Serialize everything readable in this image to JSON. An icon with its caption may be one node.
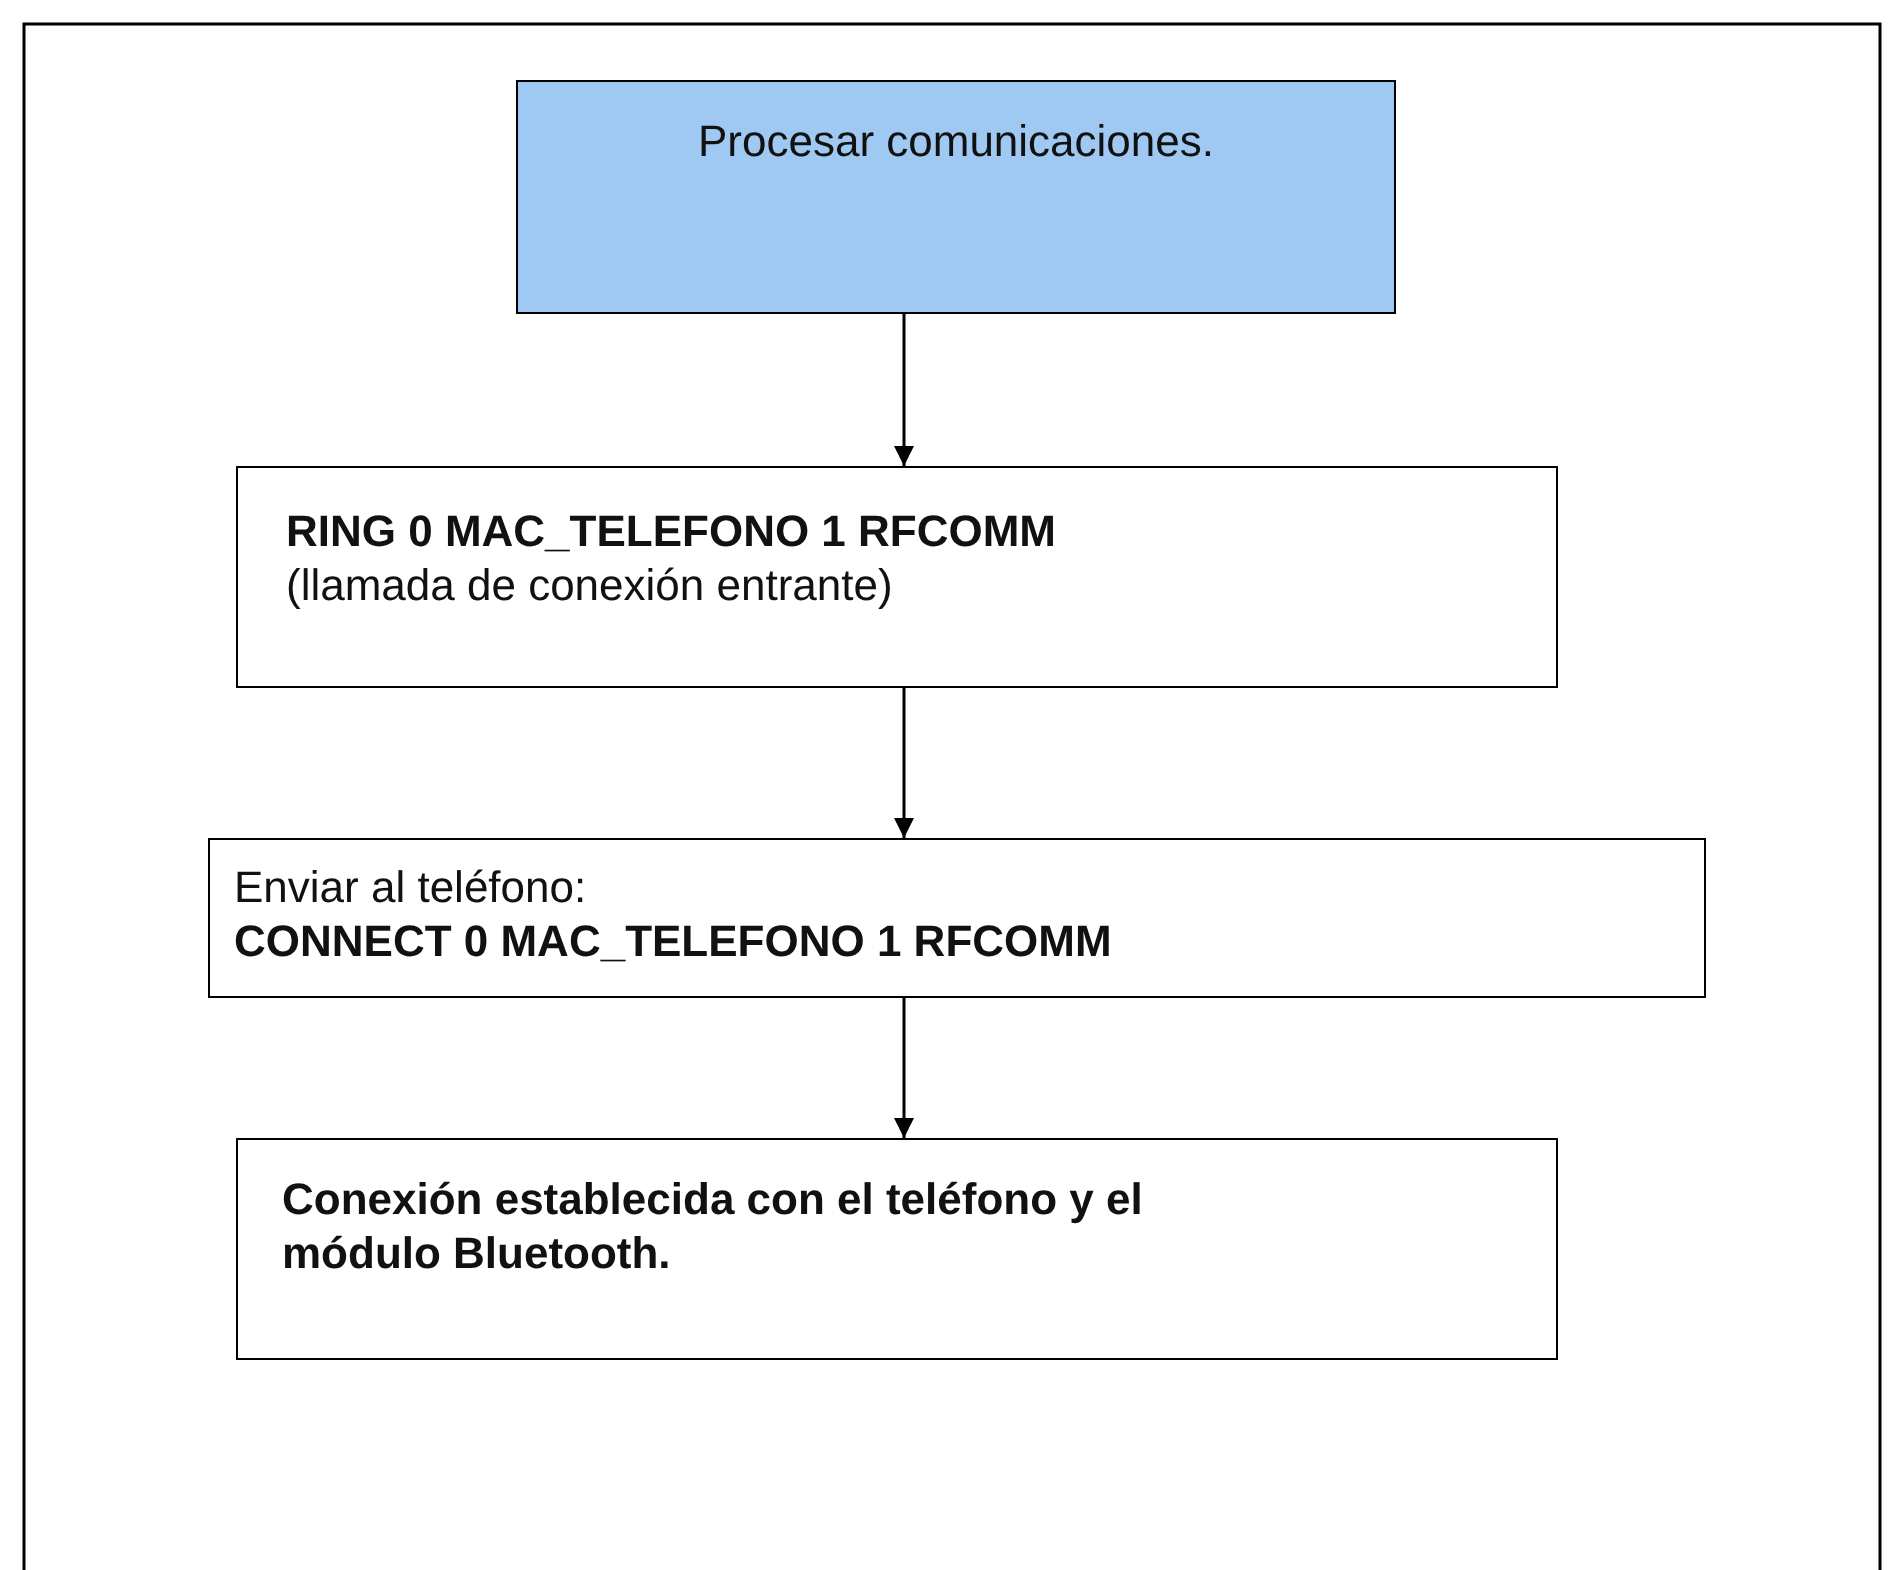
{
  "diagram": {
    "nodes": [
      {
        "text": [
          "Procesar comunicaciones."
        ]
      },
      {
        "text": [
          "RING 0 MAC_TELEFONO 1 RFCOMM",
          "(llamada de conexión entrante)"
        ]
      },
      {
        "text": [
          "Enviar al teléfono:",
          "CONNECT 0 MAC_TELEFONO 1 RFCOMM"
        ]
      },
      {
        "text": [
          "Conexión establecida con el teléfono y el módulo Bluetooth."
        ]
      }
    ],
    "edges": [
      {
        "from": 0,
        "to": 1,
        "arrow": "to"
      },
      {
        "from": 1,
        "to": 2,
        "arrow": "to"
      },
      {
        "from": 2,
        "to": 3,
        "arrow": "to"
      }
    ]
  }
}
